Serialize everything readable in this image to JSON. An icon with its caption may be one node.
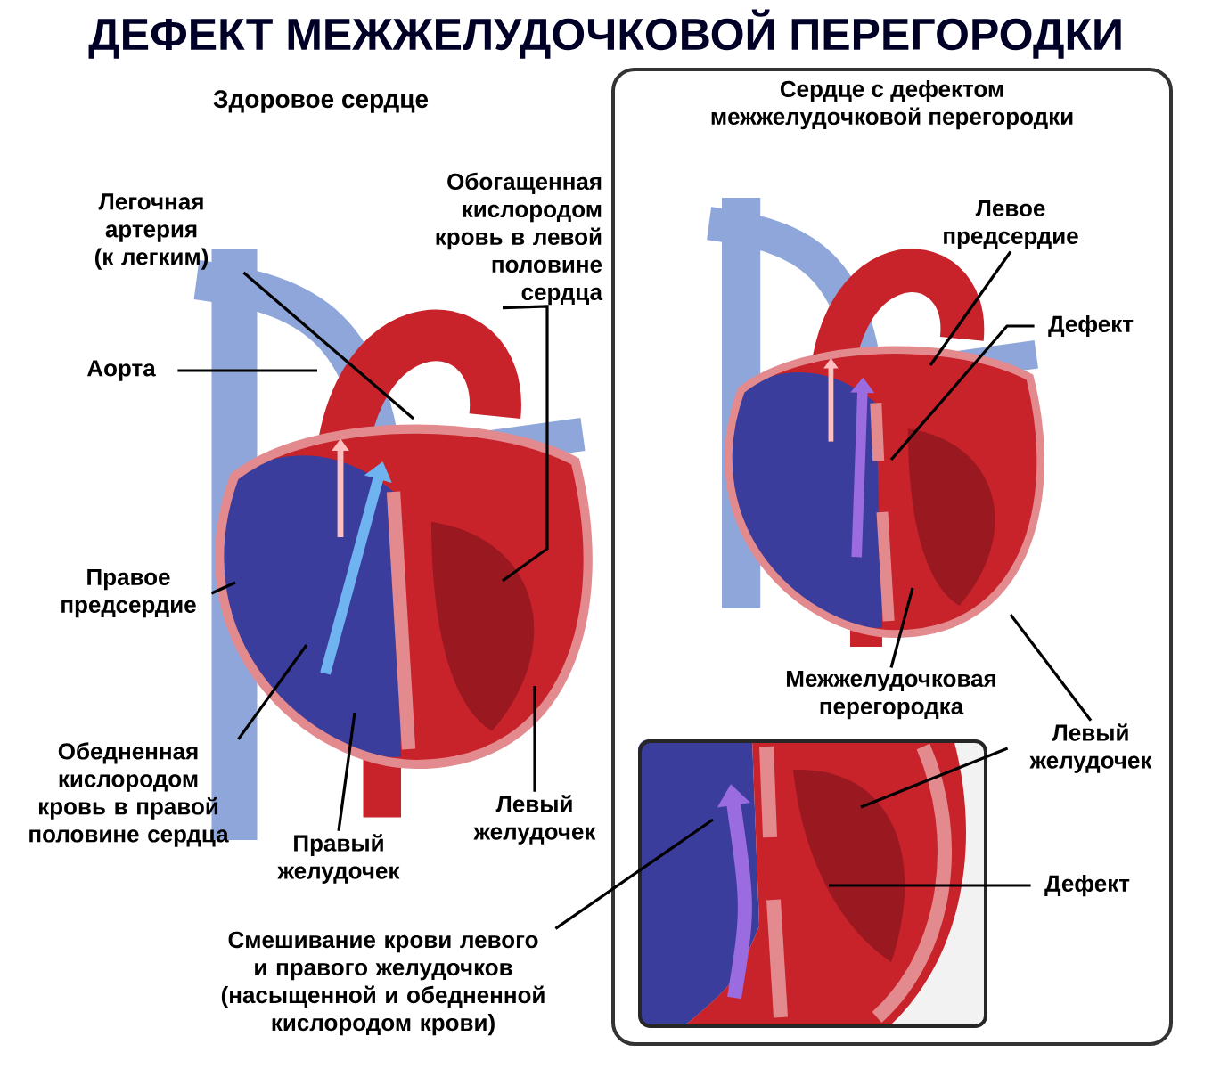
{
  "diagram": {
    "title": "ДЕФЕКТ МЕЖЖЕЛУДОЧКОВОЙ ПЕРЕГОРОДКИ",
    "nodes": [
      {
        "text": [
          "Сердце с дефектом межжелудочковой перегородки"
        ]
      },
      {
        "text": [
          "Легочная артерия (к легким)"
        ]
      },
      {
        "text": [
          "Обогащенная кислородом кровь в левой половине сердца"
        ]
      },
      {
        "text": [
          "Аорта"
        ]
      },
      {
        "text": [
          "Правое предсердие"
        ]
      },
      {
        "text": [
          "Обедненная кислородом кровь в правой половине сердца"
        ]
      },
      {
        "text": [
          "Правый желудочек"
        ]
      },
      {
        "text": [
          "Левый желудочек"
        ]
      },
      {
        "text": [
          "Смешивание крови левого и правого желудочков (насыщенной и обедненной кислородом крови)"
        ]
      },
      {
        "text": [
          "Левое предсердие"
        ],
        "in": 0
      },
      {
        "text": [
          "Дефект"
        ],
        "in": 0
      },
      {
        "text": [
          "Межжелудочковая перегородка"
        ],
        "in": 0
      },
      {
        "text": [
          "Левый желудочек"
        ],
        "in": 0
      },
      {
        "text": [],
        "shape": "picture",
        "in": 0
      },
      {
        "text": [
          "Дефект"
        ],
        "in": 0
      }
    ],
    "edges": [
      {
        "from": 1,
        "to": null,
        "arrow": "none"
      },
      {
        "from": 2,
        "to": null,
        "arrow": "none"
      },
      {
        "from": 3,
        "to": null,
        "arrow": "none"
      },
      {
        "from": 4,
        "to": null,
        "arrow": "none"
      },
      {
        "from": 5,
        "to": null,
        "arrow": "none"
      },
      {
        "from": 6,
        "to": null,
        "arrow": "none"
      },
      {
        "from": 7,
        "to": null,
        "arrow": "none"
      },
      {
        "from": 8,
        "to": 13,
        "arrow": "none"
      },
      {
        "from": 9,
        "to": null,
        "arrow": "none"
      },
      {
        "from": 10,
        "to": null,
        "arrow": "none"
      },
      {
        "from": 11,
        "to": null,
        "arrow": "none"
      },
      {
        "from": 12,
        "to": null,
        "arrow": "none"
      },
      {
        "from": 12,
        "to": 13,
        "arrow": "none"
      },
      {
        "from": 14,
        "to": 13,
        "arrow": "none"
      }
    ],
    "labels": [
      "Здоровое сердце"
    ]
  }
}
